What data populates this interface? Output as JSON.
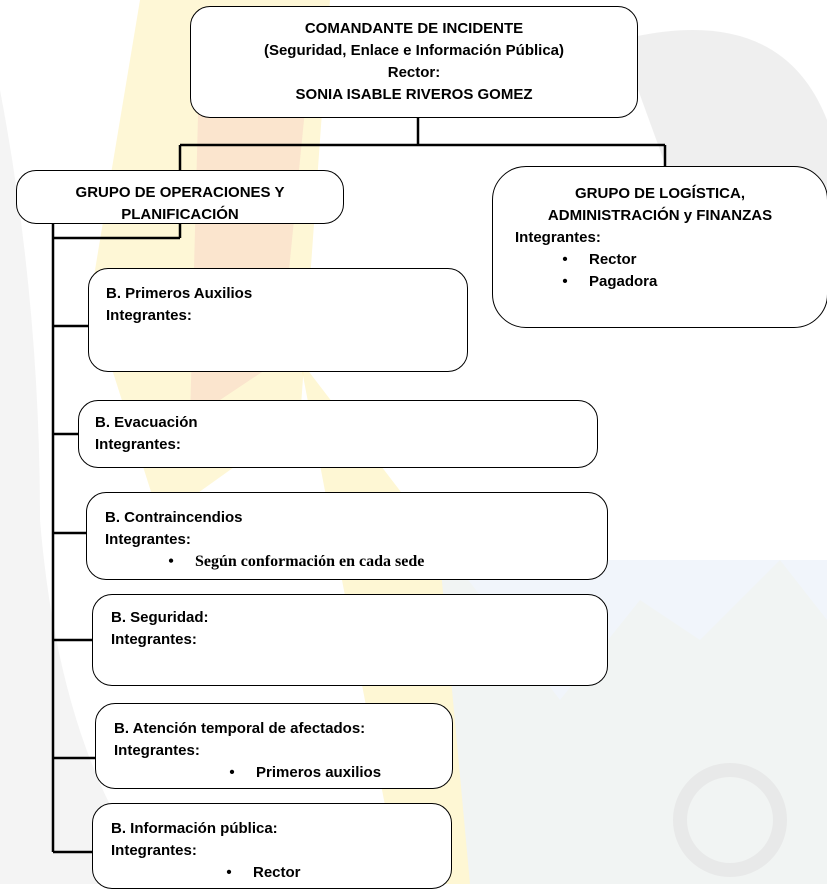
{
  "commander": {
    "line1": "COMANDANTE DE INCIDENTE",
    "line2": "(Seguridad, Enlace e Información Pública)",
    "line3": "Rector:",
    "line4": "SONIA ISABLE RIVEROS GOMEZ"
  },
  "operations_group": {
    "line1": "GRUPO DE OPERACIONES Y",
    "line2": "PLANIFICACIÓN"
  },
  "logistics_group": {
    "line1": "GRUPO DE LOGÍSTICA,",
    "line2": "ADMINISTRACIÓN y FINANZAS",
    "members_label": "Integrantes:",
    "members": [
      "Rector",
      "Pagadora"
    ]
  },
  "brigades": [
    {
      "title": "B. Primeros Auxilios",
      "members_label": "Integrantes:"
    },
    {
      "title": "B. Evacuación",
      "members_label": "Integrantes:"
    },
    {
      "title": "B. Contraincendios",
      "members_label": "Integrantes:",
      "bullet": "Según conformación en cada sede"
    },
    {
      "title": "B. Seguridad:",
      "members_label": "Integrantes:"
    },
    {
      "title": "B. Atención temporal de afectados:",
      "members_label": "Integrantes:",
      "bullet": "Primeros auxilios"
    },
    {
      "title": "B. Información pública:",
      "members_label": "Integrantes:",
      "bullet": "Rector"
    }
  ],
  "bullet_char": "•",
  "colors": {
    "watermark_yellow": "#fdeea0",
    "watermark_red": "#f4b8a8",
    "watermark_blue": "#e6eef8",
    "watermark_gray": "#e4e4e4",
    "line": "#000000"
  }
}
